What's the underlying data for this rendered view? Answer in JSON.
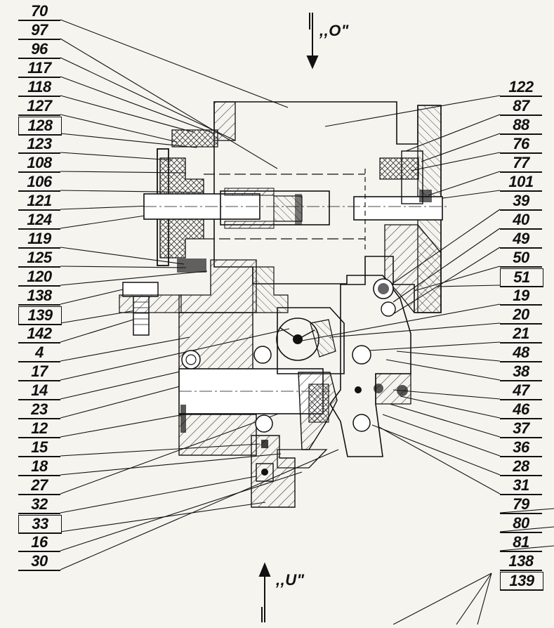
{
  "diagram": {
    "view_labels": {
      "top": ",,O\"",
      "bottom": ",,U\""
    },
    "left_labels": [
      {
        "text": "70",
        "boxed": false
      },
      {
        "text": "97",
        "boxed": false
      },
      {
        "text": "96",
        "boxed": false
      },
      {
        "text": "117",
        "boxed": false
      },
      {
        "text": "118",
        "boxed": false
      },
      {
        "text": "127",
        "boxed": false
      },
      {
        "text": "128",
        "boxed": true
      },
      {
        "text": "123",
        "boxed": false
      },
      {
        "text": "108",
        "boxed": false
      },
      {
        "text": "106",
        "boxed": false
      },
      {
        "text": "121",
        "boxed": false
      },
      {
        "text": "124",
        "boxed": false
      },
      {
        "text": "119",
        "boxed": false
      },
      {
        "text": "125",
        "boxed": false
      },
      {
        "text": "120",
        "boxed": false
      },
      {
        "text": "138",
        "boxed": false
      },
      {
        "text": "139",
        "boxed": true
      },
      {
        "text": "142",
        "boxed": false
      },
      {
        "text": "4",
        "boxed": false
      },
      {
        "text": "17",
        "boxed": false
      },
      {
        "text": "14",
        "boxed": false
      },
      {
        "text": "23",
        "boxed": false
      },
      {
        "text": "12",
        "boxed": false
      },
      {
        "text": "15",
        "boxed": false
      },
      {
        "text": "18",
        "boxed": false
      },
      {
        "text": "27",
        "boxed": false
      },
      {
        "text": "32",
        "boxed": false
      },
      {
        "text": "33",
        "boxed": true
      },
      {
        "text": "16",
        "boxed": false
      },
      {
        "text": "30",
        "boxed": false
      }
    ],
    "right_labels": [
      {
        "text": "122",
        "boxed": false
      },
      {
        "text": "87",
        "boxed": false
      },
      {
        "text": "88",
        "boxed": false
      },
      {
        "text": "76",
        "boxed": false
      },
      {
        "text": "77",
        "boxed": false
      },
      {
        "text": "101",
        "boxed": false
      },
      {
        "text": "39",
        "boxed": false
      },
      {
        "text": "40",
        "boxed": false
      },
      {
        "text": "49",
        "boxed": false
      },
      {
        "text": "50",
        "boxed": false
      },
      {
        "text": "51",
        "boxed": true
      },
      {
        "text": "19",
        "boxed": false
      },
      {
        "text": "20",
        "boxed": false
      },
      {
        "text": "21",
        "boxed": false
      },
      {
        "text": "48",
        "boxed": false
      },
      {
        "text": "38",
        "boxed": false
      },
      {
        "text": "47",
        "boxed": false
      },
      {
        "text": "46",
        "boxed": false
      },
      {
        "text": "37",
        "boxed": false
      },
      {
        "text": "36",
        "boxed": false
      },
      {
        "text": "28",
        "boxed": false
      },
      {
        "text": "31",
        "boxed": false
      },
      {
        "text": "79",
        "boxed": false
      },
      {
        "text": "80",
        "boxed": false
      },
      {
        "text": "81",
        "boxed": false
      },
      {
        "text": "138",
        "boxed": false
      },
      {
        "text": "139",
        "boxed": true
      }
    ]
  }
}
